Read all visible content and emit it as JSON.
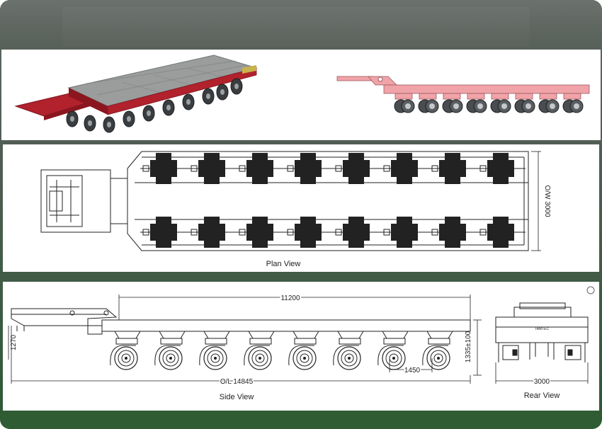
{
  "plan_view": {
    "label": "Plan View",
    "width_dim": "O/W 3000"
  },
  "side_view": {
    "label": "Side View",
    "platform_len": "11200",
    "overall_len": "O/L 14845",
    "axle_spacing": "1450",
    "deck_height": "1335±100",
    "gooseneck_height": "1270"
  },
  "rear_view": {
    "label": "Rear View",
    "width": "3000",
    "badge": "TAMTEC"
  },
  "colors": {
    "trailer_red": "#b1222c",
    "deck_grey": "#9a9d9c",
    "frame_green": "#2f5c33",
    "header_grey": "#5d6760"
  },
  "axle_count": 8
}
